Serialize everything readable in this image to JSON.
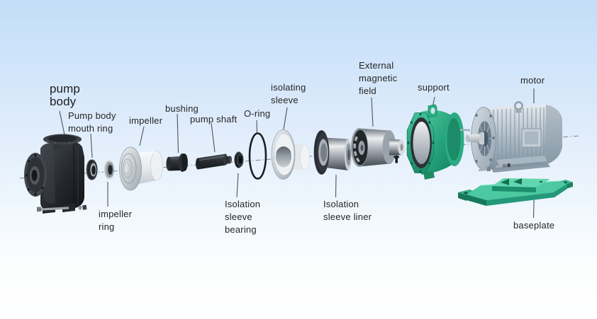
{
  "labels": {
    "pump_body": "pump\nbody",
    "pump_body_mouth_ring": "Pump body\nmouth ring",
    "impeller": "impeller",
    "impeller_ring": "impeller\nring",
    "bushing": "bushing",
    "pump_shaft": "pump shaft",
    "isolation_sleeve_bearing": "Isolation\nsleeve\nbearing",
    "o_ring": "O-ring",
    "isolating_sleeve": "isolating\nsleeve",
    "isolation_sleeve_liner": "Isolation\nsleeve liner",
    "external_magnetic_field": "External\nmagnetic\nfield",
    "support": "support",
    "motor": "motor",
    "baseplate": "baseplate"
  },
  "colors": {
    "background_top": "#c3ddf8",
    "background_bottom": "#ffffff",
    "dark_metal": "#2a2e33",
    "silver_metal": "#b9c0c7",
    "white_part": "#eef1f3",
    "green_part": "#2fae85",
    "motor_blue_gray": "#b8c4ce",
    "label_text": "#252525"
  }
}
